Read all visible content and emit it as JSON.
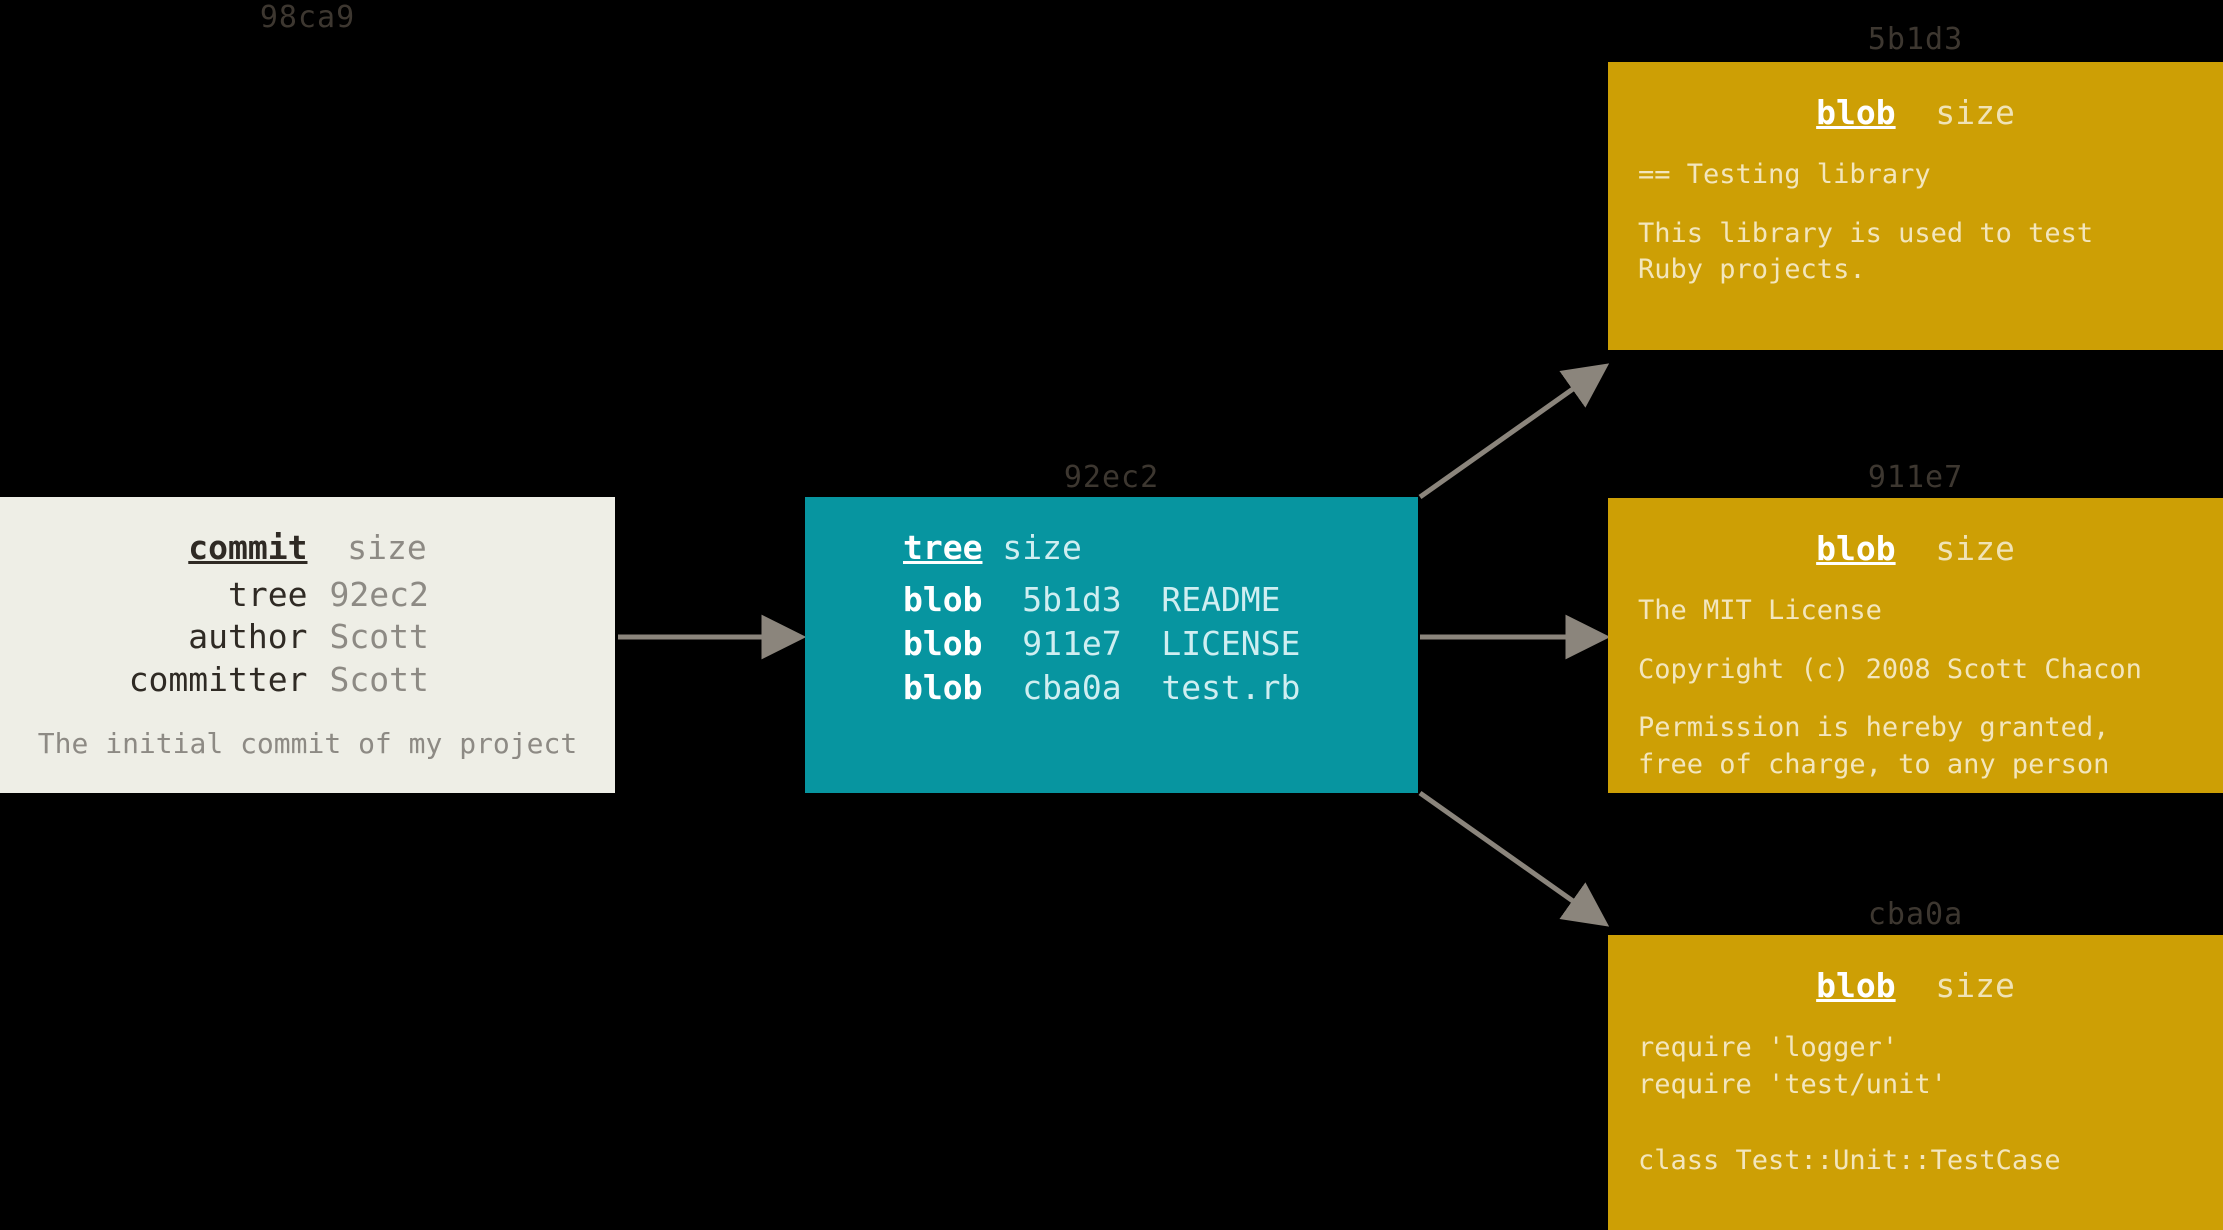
{
  "diagram": {
    "title": "Git object model: commit, tree and blobs",
    "background": "#000000",
    "arrow_color": "#8b857c"
  },
  "commit": {
    "hash": "98ca9",
    "bg": "#eeeee6",
    "kind": "commit",
    "size_label": "size",
    "fields": [
      {
        "key": "tree",
        "value": "92ec2"
      },
      {
        "key": "author",
        "value": "Scott"
      },
      {
        "key": "committer",
        "value": "Scott"
      }
    ],
    "message": "The initial commit of my project"
  },
  "tree": {
    "hash": "92ec2",
    "bg": "#0795a0",
    "kind": "tree",
    "size_label": "size",
    "entries": [
      {
        "mode": "blob",
        "hash": "5b1d3",
        "name": "README"
      },
      {
        "mode": "blob",
        "hash": "911e7",
        "name": "LICENSE"
      },
      {
        "mode": "blob",
        "hash": "cba0a",
        "name": "test.rb"
      }
    ]
  },
  "blobs": [
    {
      "hash": "5b1d3",
      "bg": "#cd9f05",
      "kind": "blob",
      "size_label": "size",
      "paragraphs": [
        "== Testing library",
        "This library is used to test\nRuby projects."
      ]
    },
    {
      "hash": "911e7",
      "bg": "#cd9f05",
      "kind": "blob",
      "size_label": "size",
      "paragraphs": [
        "The MIT License",
        "Copyright (c) 2008 Scott Chacon",
        "Permission is hereby granted,\nfree of charge, to any person"
      ]
    },
    {
      "hash": "cba0a",
      "bg": "#cd9f05",
      "kind": "blob",
      "size_label": "size",
      "paragraphs": [
        "require 'logger'\nrequire 'test/unit'",
        "class Test::Unit::TestCase"
      ]
    }
  ]
}
